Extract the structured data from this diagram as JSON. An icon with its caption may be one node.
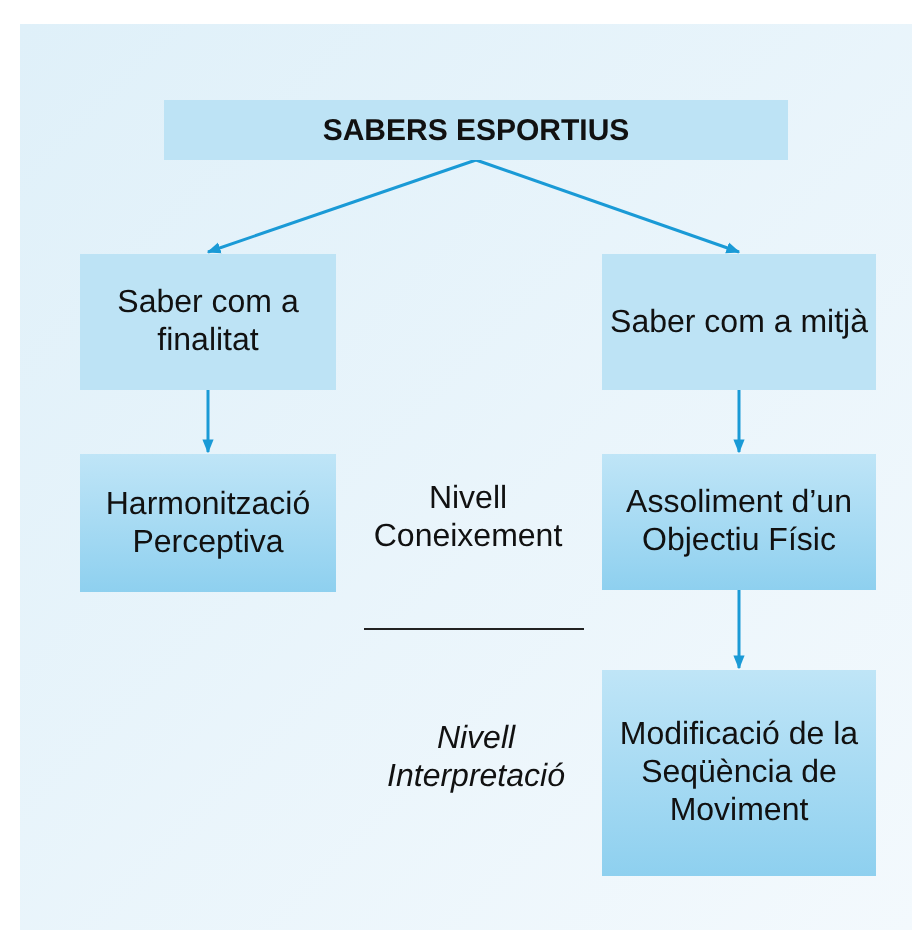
{
  "diagram": {
    "nodes": [
      {
        "text": [
          "SABERS ESPORTIUS"
        ]
      },
      {
        "text": [
          "Saber com a finalitat"
        ]
      },
      {
        "text": [
          "Saber com a mitjà"
        ]
      },
      {
        "text": [
          "Harmonització Perceptiva"
        ]
      },
      {
        "text": [
          "Assoliment d’un Objectiu Físic"
        ]
      },
      {
        "text": [
          "Modificació de la Seqüència de Moviment"
        ]
      }
    ],
    "edges": [
      {
        "from": 0,
        "to": 1,
        "arrow": "to"
      },
      {
        "from": 0,
        "to": 2,
        "arrow": "to"
      },
      {
        "from": 1,
        "to": 3,
        "arrow": "to"
      },
      {
        "from": 2,
        "to": 4,
        "arrow": "to"
      },
      {
        "from": 4,
        "to": 5,
        "arrow": "to"
      }
    ],
    "labels": [
      "Nivell Coneixement",
      "Nivell Interpretació"
    ]
  }
}
